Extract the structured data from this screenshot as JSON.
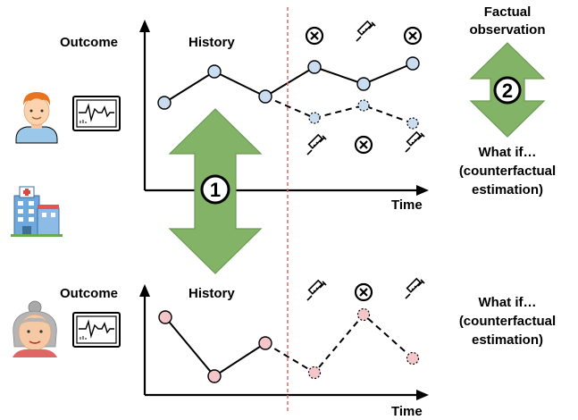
{
  "top_panel": {
    "y_axis_label": "Outcome",
    "x_axis_label": "Time",
    "history_label": "History",
    "factual_label_line1": "Factual",
    "factual_label_line2": "observation",
    "whatif_line1": "What if…",
    "whatif_line2": "(counterfactual",
    "whatif_line3": "estimation)",
    "factual_markers": [
      "close-icon",
      "syringe-icon",
      "close-icon"
    ],
    "counterfactual_markers": [
      "syringe-icon",
      "close-icon",
      "syringe-icon"
    ]
  },
  "bottom_panel": {
    "y_axis_label": "Outcome",
    "x_axis_label": "Time",
    "history_label": "History",
    "whatif_line1": "What if…",
    "whatif_line2": "(counterfactual",
    "whatif_line3": "estimation)",
    "counterfactual_markers": [
      "syringe-icon",
      "close-icon",
      "syringe-icon"
    ]
  },
  "badges": {
    "arrow1": "1",
    "arrow2": "2"
  },
  "colors": {
    "blue_point": "#c9dcf0",
    "pink_point": "#f4c6c9",
    "arrow_green": "#82b366",
    "divider_red": "#e06060"
  }
}
